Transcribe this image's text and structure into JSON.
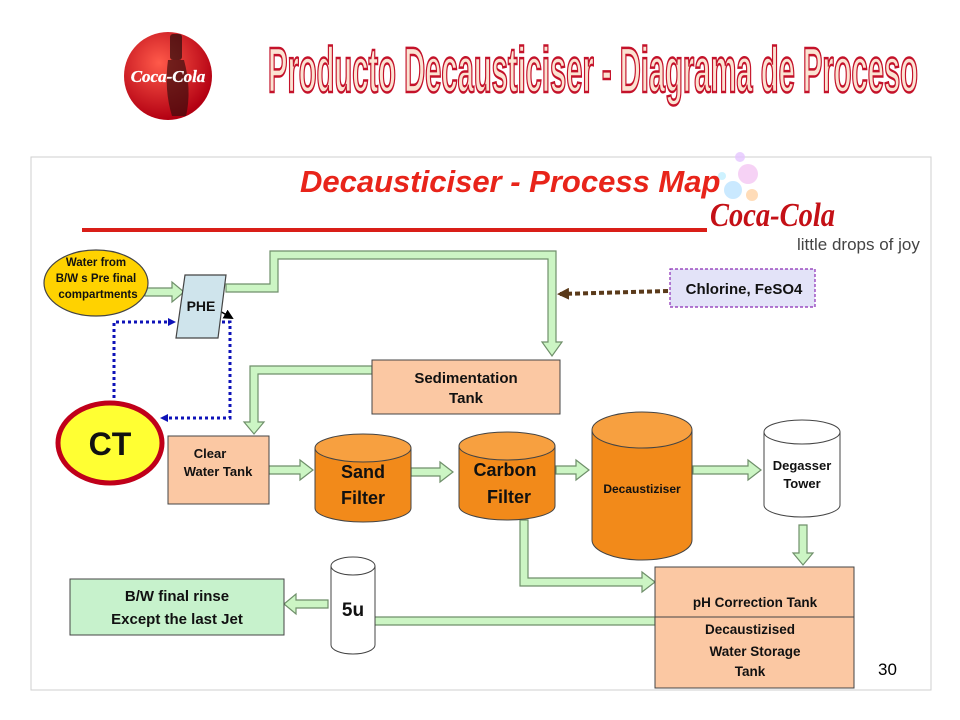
{
  "slide": {
    "title": "Producto Decausticiser - Diagrama de Proceso",
    "page_number": "30"
  },
  "header_logo": {
    "text": "Coca-Cola"
  },
  "process_map": {
    "title": "Decausticiser -  Process Map",
    "brand": {
      "logo": "Coca-Cola",
      "tagline": "little drops of joy"
    },
    "nodes": {
      "water_source": [
        "Water from",
        "B/W s Pre final",
        "compartments"
      ],
      "phe": "PHE",
      "chlorine": "Chlorine, FeSO4",
      "ct": "CT",
      "sedimentation": [
        "Sedimentation",
        "Tank"
      ],
      "clear_water": [
        "Clear",
        "Water Tank"
      ],
      "sand_filter": [
        "Sand",
        "Filter"
      ],
      "carbon_filter": [
        "Carbon",
        "Filter"
      ],
      "decaustizer": "Decaustiziser",
      "degasser": [
        "Degasser",
        "Tower"
      ],
      "ph_correction": "pH Correction Tank",
      "storage": [
        "Decaustizised",
        "Water Storage",
        "Tank"
      ],
      "filter_5u": "5u",
      "rinse": [
        "B/W final rinse",
        "Except the last Jet"
      ]
    }
  },
  "colors": {
    "title_red": "#e8241a",
    "box_fill": "#fbc8a3",
    "tank_orange": "#f28a1a",
    "arrow_fill": "#ccf5c4",
    "water_yellow": "#ffd200",
    "chlorine_fill": "#e3e3f8",
    "rinse_fill": "#c7f2cc",
    "ct_ring": "#c0001a"
  }
}
